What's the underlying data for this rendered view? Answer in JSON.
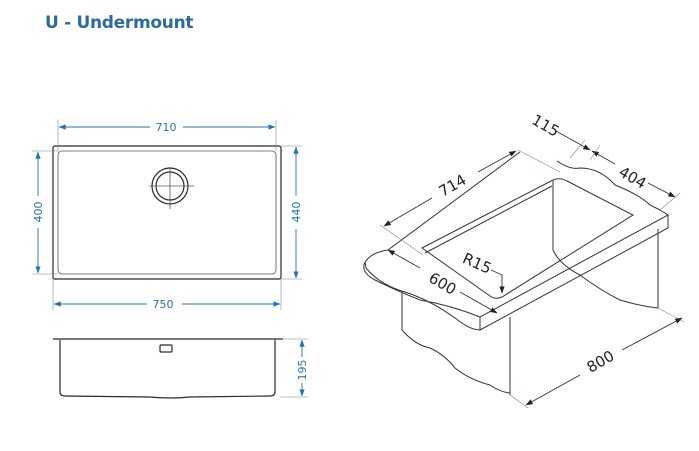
{
  "title": "U - Undermount",
  "plan_view": {
    "width_inner": "710",
    "width_outer": "750",
    "depth_inner": "400",
    "depth_outer": "440"
  },
  "side_view": {
    "height": "195"
  },
  "isometric_view": {
    "cutout_length": "714",
    "offset_back": "115",
    "cutout_depth": "404",
    "counter_depth": "600",
    "cabinet_width": "800",
    "corner_radius": "R15"
  },
  "colors": {
    "title": "#2a6d9a",
    "dimension": "#2a73a3",
    "line": "#2a2a2a"
  }
}
